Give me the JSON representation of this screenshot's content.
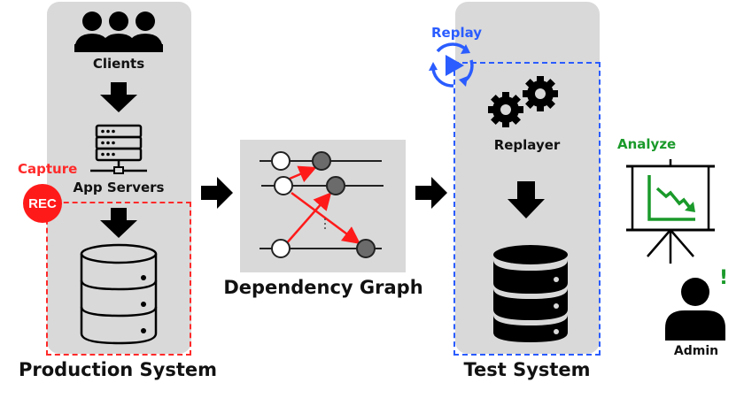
{
  "production": {
    "title": "Production System",
    "clients_label": "Clients",
    "app_servers_label": "App Servers",
    "capture_label": "Capture",
    "rec_badge": "REC"
  },
  "dependency": {
    "title": "Dependency Graph"
  },
  "test": {
    "title": "Test System",
    "replay_label": "Replay",
    "replayer_label": "Replayer"
  },
  "analysis": {
    "analyze_label": "Analyze",
    "admin_label": "Admin",
    "alert_mark": "!"
  },
  "colors": {
    "panel": "#d9d9d9",
    "capture": "#ff2a2a",
    "replay": "#2a5cff",
    "analyze": "#1a9a2a",
    "icon": "#000000"
  }
}
